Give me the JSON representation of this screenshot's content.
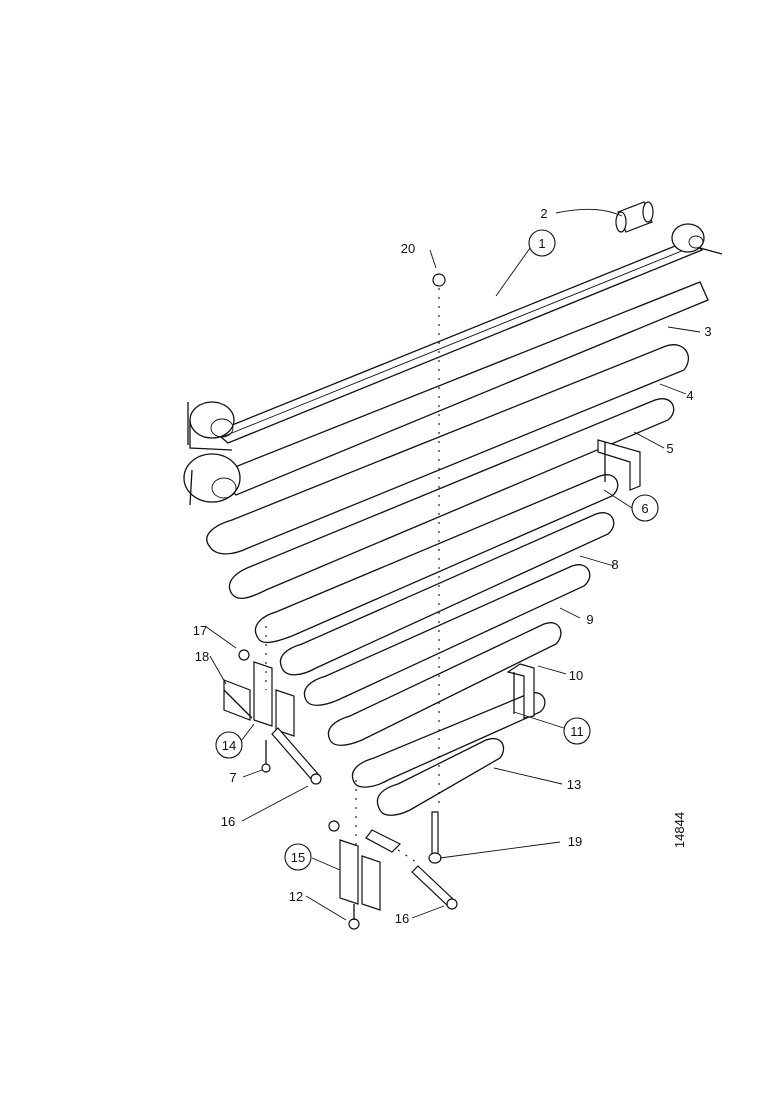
{
  "drawing_number": "14844",
  "callouts": [
    {
      "id": "c1",
      "label": "1",
      "circled": true
    },
    {
      "id": "c2",
      "label": "2",
      "circled": false
    },
    {
      "id": "c3",
      "label": "3",
      "circled": false
    },
    {
      "id": "c4",
      "label": "4",
      "circled": false
    },
    {
      "id": "c5",
      "label": "5",
      "circled": false
    },
    {
      "id": "c6",
      "label": "6",
      "circled": true
    },
    {
      "id": "c7",
      "label": "7",
      "circled": false
    },
    {
      "id": "c8",
      "label": "8",
      "circled": false
    },
    {
      "id": "c9",
      "label": "9",
      "circled": false
    },
    {
      "id": "c10",
      "label": "10",
      "circled": false
    },
    {
      "id": "c11",
      "label": "11",
      "circled": true
    },
    {
      "id": "c12",
      "label": "12",
      "circled": false
    },
    {
      "id": "c13",
      "label": "13",
      "circled": false
    },
    {
      "id": "c14",
      "label": "14",
      "circled": true
    },
    {
      "id": "c15",
      "label": "15",
      "circled": true
    },
    {
      "id": "c16a",
      "label": "16",
      "circled": false
    },
    {
      "id": "c16b",
      "label": "16",
      "circled": false
    },
    {
      "id": "c17",
      "label": "17",
      "circled": false
    },
    {
      "id": "c18",
      "label": "18",
      "circled": false
    },
    {
      "id": "c19",
      "label": "19",
      "circled": false
    },
    {
      "id": "c20",
      "label": "20",
      "circled": false
    }
  ]
}
